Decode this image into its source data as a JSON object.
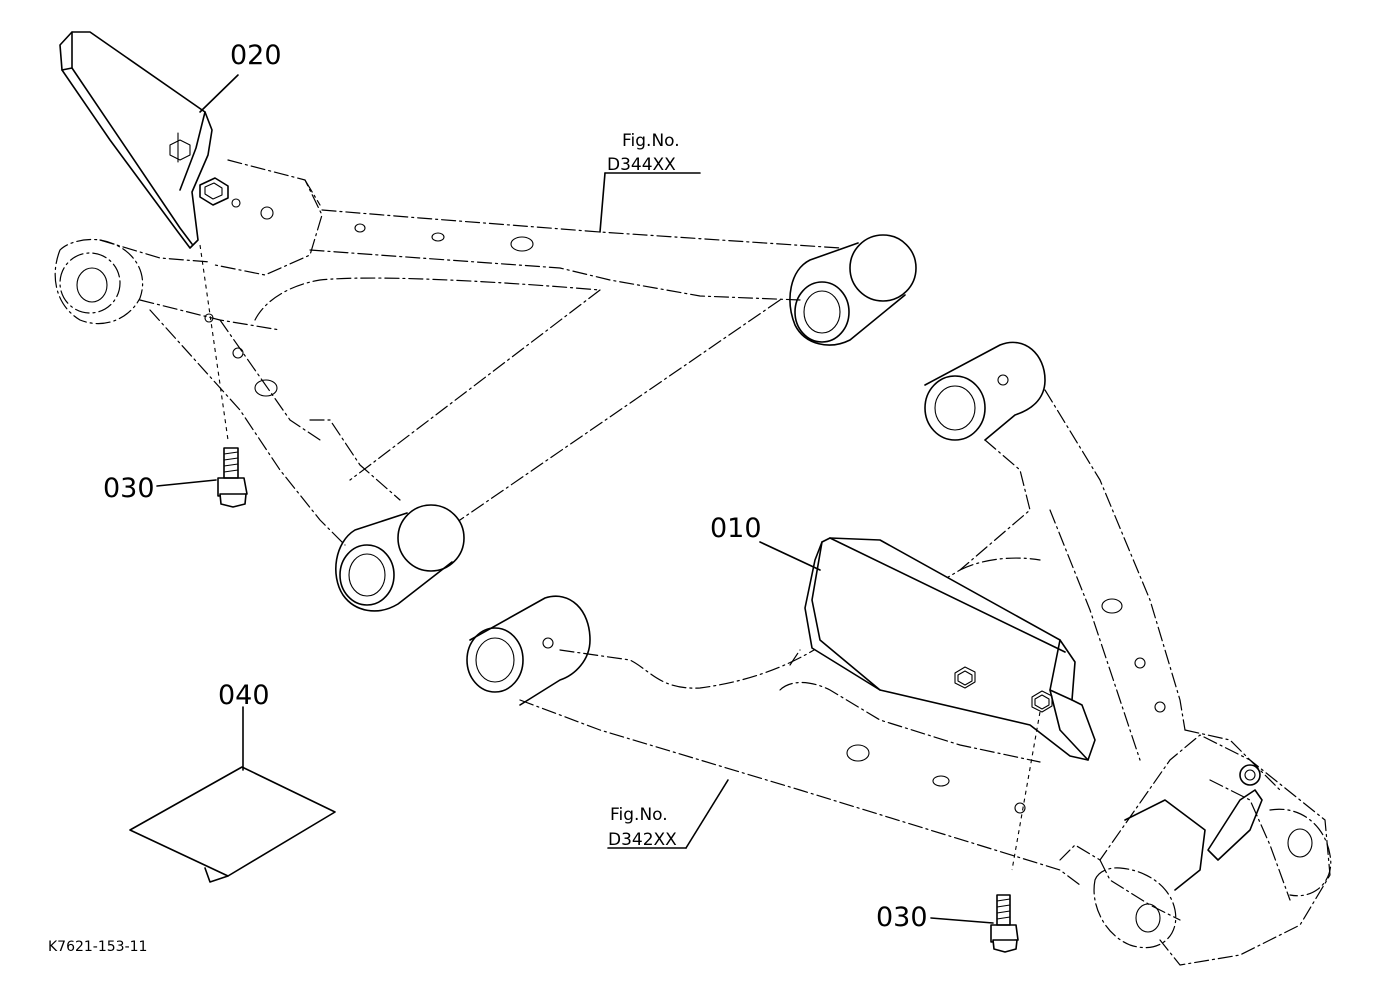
{
  "callouts": {
    "p020": "020",
    "p010": "010",
    "p030_left": "030",
    "p030_right": "030",
    "p040": "040"
  },
  "figure_refs": {
    "upper": {
      "line1": "Fig.No.",
      "line2": "D344XX"
    },
    "lower": {
      "line1": "Fig.No.",
      "line2": "D342XX"
    }
  },
  "drawing_code": "K7621-153-11"
}
